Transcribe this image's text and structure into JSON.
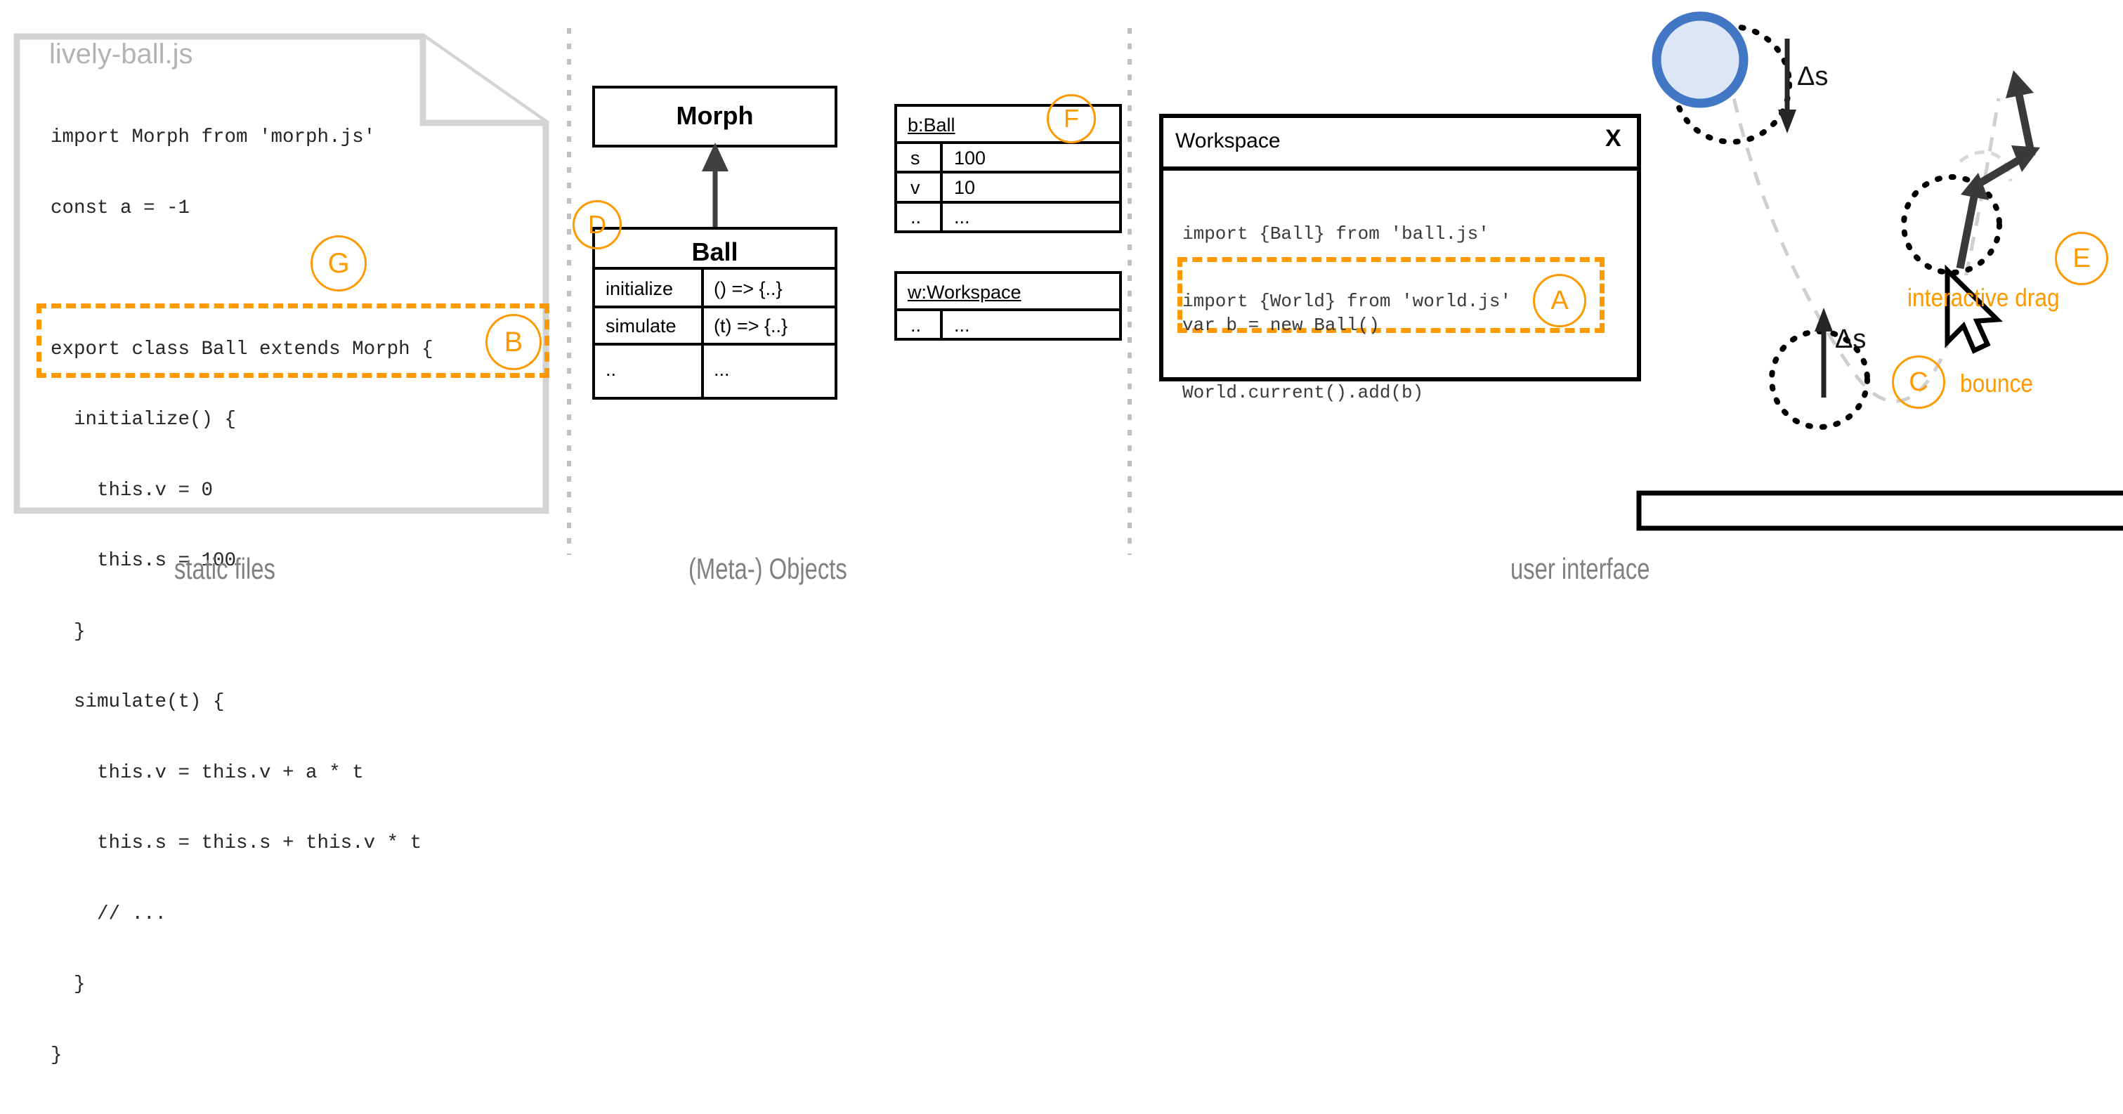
{
  "panels": {
    "captions": [
      {
        "label": "static files"
      },
      {
        "label": "(Meta-) Objects"
      },
      {
        "label": "user interface"
      }
    ]
  },
  "file_card": {
    "title": "lively-ball.js",
    "code_lines": [
      "import Morph from 'morph.js'",
      "const a = -1",
      "",
      "export class Ball extends Morph {",
      "  initialize() {",
      "    this.v = 0",
      "    this.s = 100",
      "  }",
      "  simulate(t) {",
      "    this.v = this.v + a * t",
      "    this.s = this.s + this.v * t",
      "    // ...",
      "  }",
      "}"
    ]
  },
  "uml": {
    "superclass": {
      "name": "Morph"
    },
    "subclass": {
      "name": "Ball",
      "rows": [
        {
          "key": "initialize",
          "value": "() => {..}"
        },
        {
          "key": "simulate",
          "value": "(t) => {..}"
        },
        {
          "key": "..",
          "value": "..."
        }
      ]
    }
  },
  "objects": [
    {
      "header": "b:Ball",
      "rows": [
        {
          "key": "s",
          "value": "100"
        },
        {
          "key": "v",
          "value": "10"
        },
        {
          "key": "..",
          "value": "..."
        }
      ]
    },
    {
      "header": "w:Workspace",
      "rows": [
        {
          "key": "..",
          "value": "..."
        }
      ]
    }
  ],
  "workspace": {
    "title": "Workspace",
    "close_label": "X",
    "code_top": [
      "import {Ball} from 'ball.js'",
      "import {World} from 'world.js'"
    ],
    "code_highlighted": [
      "var b = new Ball()",
      "World.current().add(b)"
    ]
  },
  "simulation": {
    "delta_top": "Δs",
    "delta_bottom": "Δs",
    "labels": {
      "interactive_drag": "interactive drag",
      "bounce": "bounce"
    }
  },
  "markers": [
    {
      "id": "A"
    },
    {
      "id": "B"
    },
    {
      "id": "C"
    },
    {
      "id": "D"
    },
    {
      "id": "E"
    },
    {
      "id": "F"
    },
    {
      "id": "G"
    }
  ],
  "colors": {
    "accent": "#FF9900",
    "ball_fill": "#DCE6F7",
    "ball_stroke": "#4177C4",
    "paper_border": "#D4D4D4",
    "caption_gray": "#808080",
    "arrow_gray": "#404040",
    "divider_gray": "#BFBFBF"
  }
}
